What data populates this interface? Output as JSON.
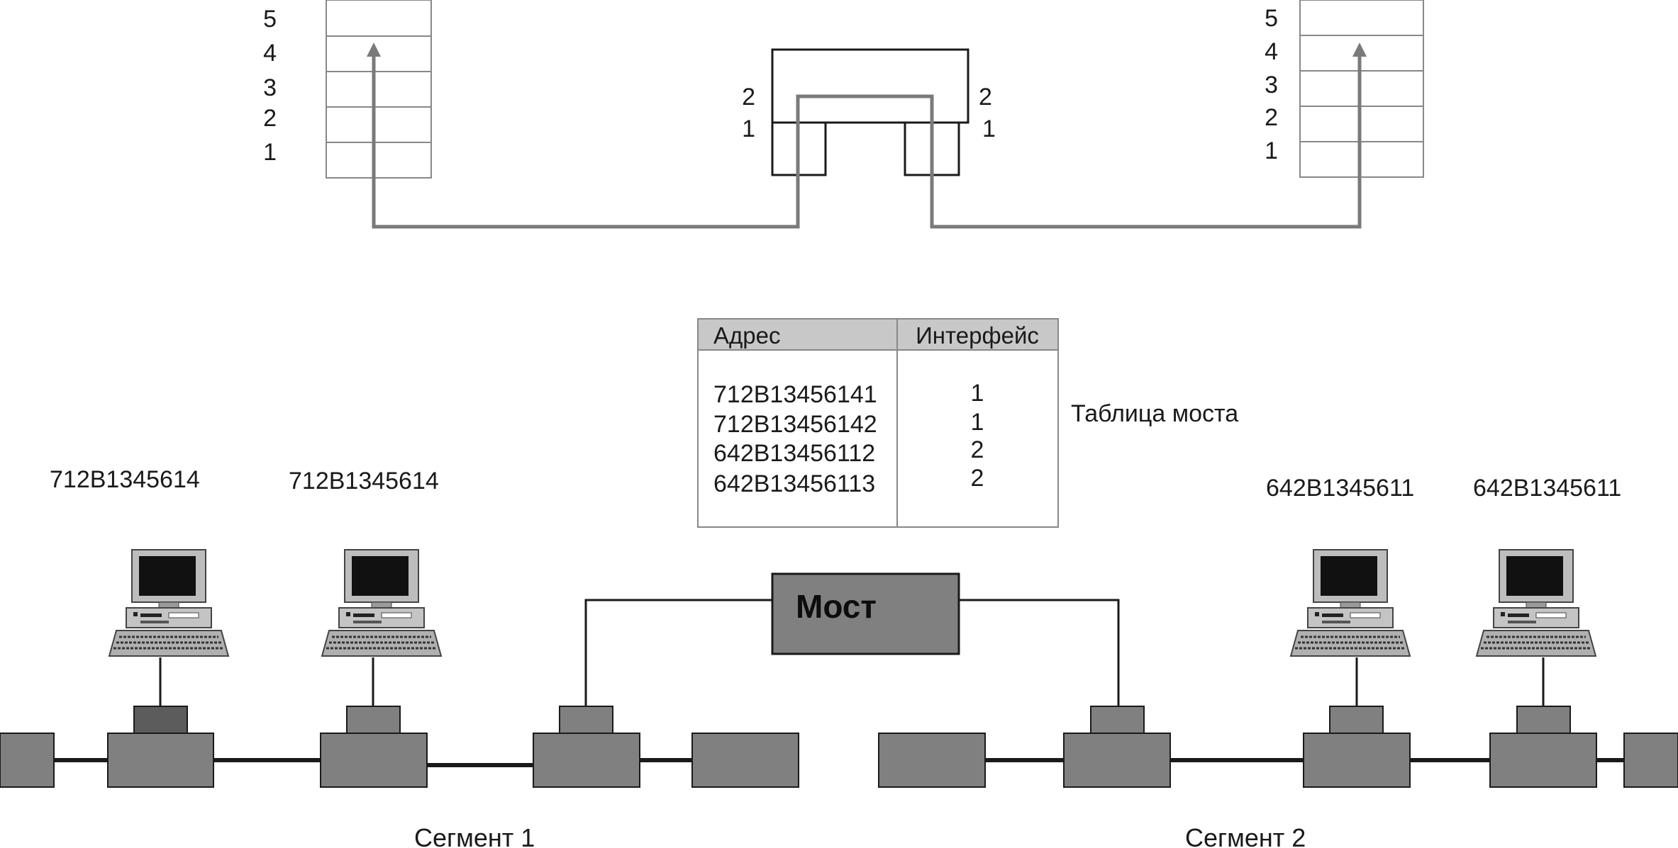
{
  "stack_left": {
    "layers": [
      "5",
      "4",
      "3",
      "2",
      "1"
    ]
  },
  "stack_right": {
    "layers": [
      "5",
      "4",
      "3",
      "2",
      "1"
    ]
  },
  "bridge_ports": {
    "left_top": "2",
    "left_bottom": "1",
    "right_top": "2",
    "right_bottom": "1"
  },
  "table": {
    "title": "Таблица моста",
    "headers": [
      "Адрес",
      "Интерфейс"
    ],
    "rows": [
      {
        "address": "712B13456141",
        "iface": "1"
      },
      {
        "address": "712B13456142",
        "iface": "1"
      },
      {
        "address": "642B13456112",
        "iface": "2"
      },
      {
        "address": "642B13456113",
        "iface": "2"
      }
    ]
  },
  "bridge": {
    "label": "Мост"
  },
  "computers": [
    {
      "address": "712B1345614"
    },
    {
      "address": "712B1345614"
    },
    {
      "address": "642B1345611"
    },
    {
      "address": "642B1345611"
    }
  ],
  "segments": [
    "Сегмент 1",
    "Сегмент 2"
  ],
  "colors": {
    "device": "#808080",
    "device_dark": "#5c5c5c",
    "path": "#7a7a7a",
    "header_bg": "#c8c8c8",
    "line": "#1a1a1a"
  }
}
